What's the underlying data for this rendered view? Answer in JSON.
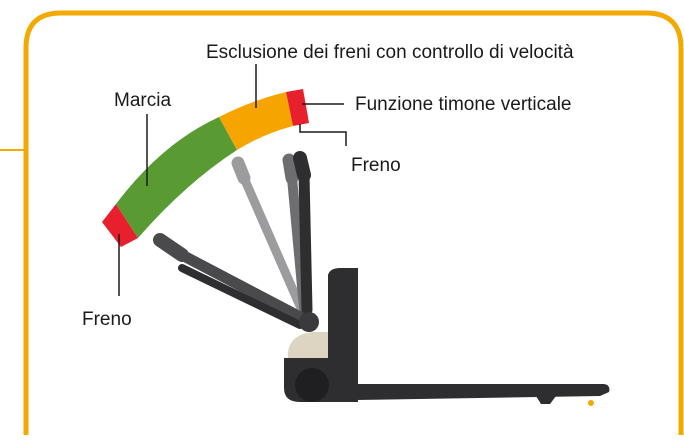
{
  "labels": {
    "speed_control": "Esclusione dei freni con controllo di velocità",
    "drive": "Marcia",
    "vertical_tiller": "Funzione timone verticale",
    "brake_top": "Freno",
    "brake_bottom": "Freno"
  },
  "colors": {
    "frame": "#f2a900",
    "zone_brake": "#e8202e",
    "zone_drive": "#5a9a32",
    "zone_speed_control": "#f6a500",
    "truck_dark": "#2e2e30",
    "tiller_mid": "#6e6e70",
    "tiller_light": "#9c9c9e",
    "truck_cream": "#ddd5c2"
  }
}
